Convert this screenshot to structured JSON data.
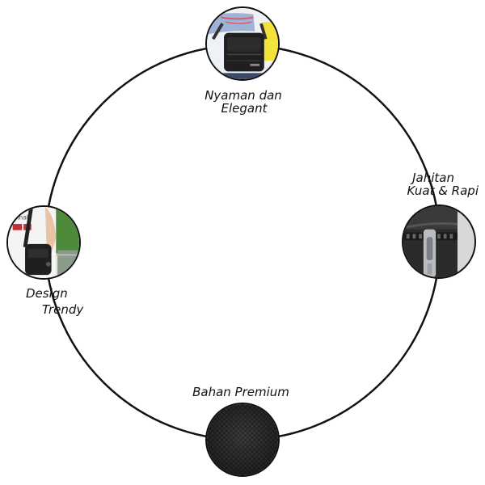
{
  "features": {
    "top": {
      "line1": "Nyaman dan",
      "line2": "Elegant",
      "image_icon": "shoulder-bag-front-photo"
    },
    "right": {
      "line1": "Jahitan",
      "line2": "Kuat & Rapi",
      "image_icon": "zipper-closeup-photo"
    },
    "bottom": {
      "line1": "Bahan Premium",
      "image_icon": "fabric-texture-photo"
    },
    "left": {
      "line1": "Design",
      "line2": "Trendy",
      "image_icon": "person-wearing-bag-photo"
    }
  },
  "colors": {
    "ring": "#111111",
    "fabric": "#2b2b2b",
    "bag": "#1f1f1f",
    "accent_yellow": "#f2e23a",
    "accent_pink": "#e0586a",
    "foliage": "#4e8a3c"
  }
}
